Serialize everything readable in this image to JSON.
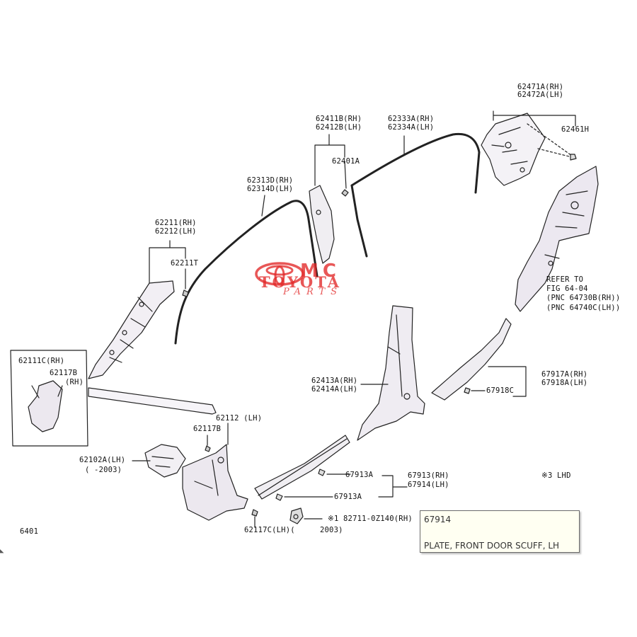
{
  "labels": {
    "l62471": "62471A(RH)",
    "l62472": "62472A(LH)",
    "l62461": "62461H",
    "l62411": "62411B(RH)",
    "l62412": "62412B(LH)",
    "l62333": "62333A(RH)",
    "l62334": "62334A(LH)",
    "l62401": "62401A",
    "l62313": "62313D(RH)",
    "l62314": "62314D(LH)",
    "l62211": "62211(RH)",
    "l62212": "62212(LH)",
    "l62211t": "62211T",
    "refer1": "REFER TO",
    "refer2": "FIG 64-04",
    "refer3": "(PNC 64730B(RH))",
    "refer4": "(PNC 64740C(LH))",
    "l62111c": "62111C(RH)",
    "l62117b_rh": "62117B",
    "l62117b_rh2": "(RH)",
    "l62413": "62413A(RH)",
    "l62414": "62414A(LH)",
    "l67917": "67917A(RH)",
    "l67918a": "67918A(LH)",
    "l67918c": "67918C",
    "l62112": "62112 (LH)",
    "l62117b": "62117B",
    "l62102": "62102A(LH)",
    "l2003a": "(      -2003)",
    "l67913a_top": "67913A",
    "l67913rh": "67913(RH)",
    "l67914lh_code": "67914",
    "l67914lh_side": "(LH)",
    "l67913a_bot": "67913A",
    "l3lhd": "※3 LHD",
    "l62117c": "62117C(LH)(",
    "l82711": "※1 82711-0Z140(RH)",
    "l2003b": "2003)",
    "l6401": "6401"
  },
  "watermark": {
    "line1": "MC",
    "line2": "TOYOTA",
    "line3": "PARTS"
  },
  "tooltip": {
    "code": "67914",
    "description": "PLATE, FRONT DOOR SCUFF, LH"
  },
  "colors": {
    "highlight": "#7fe3f5",
    "watermark": "#e12828",
    "linework": "#111111"
  }
}
